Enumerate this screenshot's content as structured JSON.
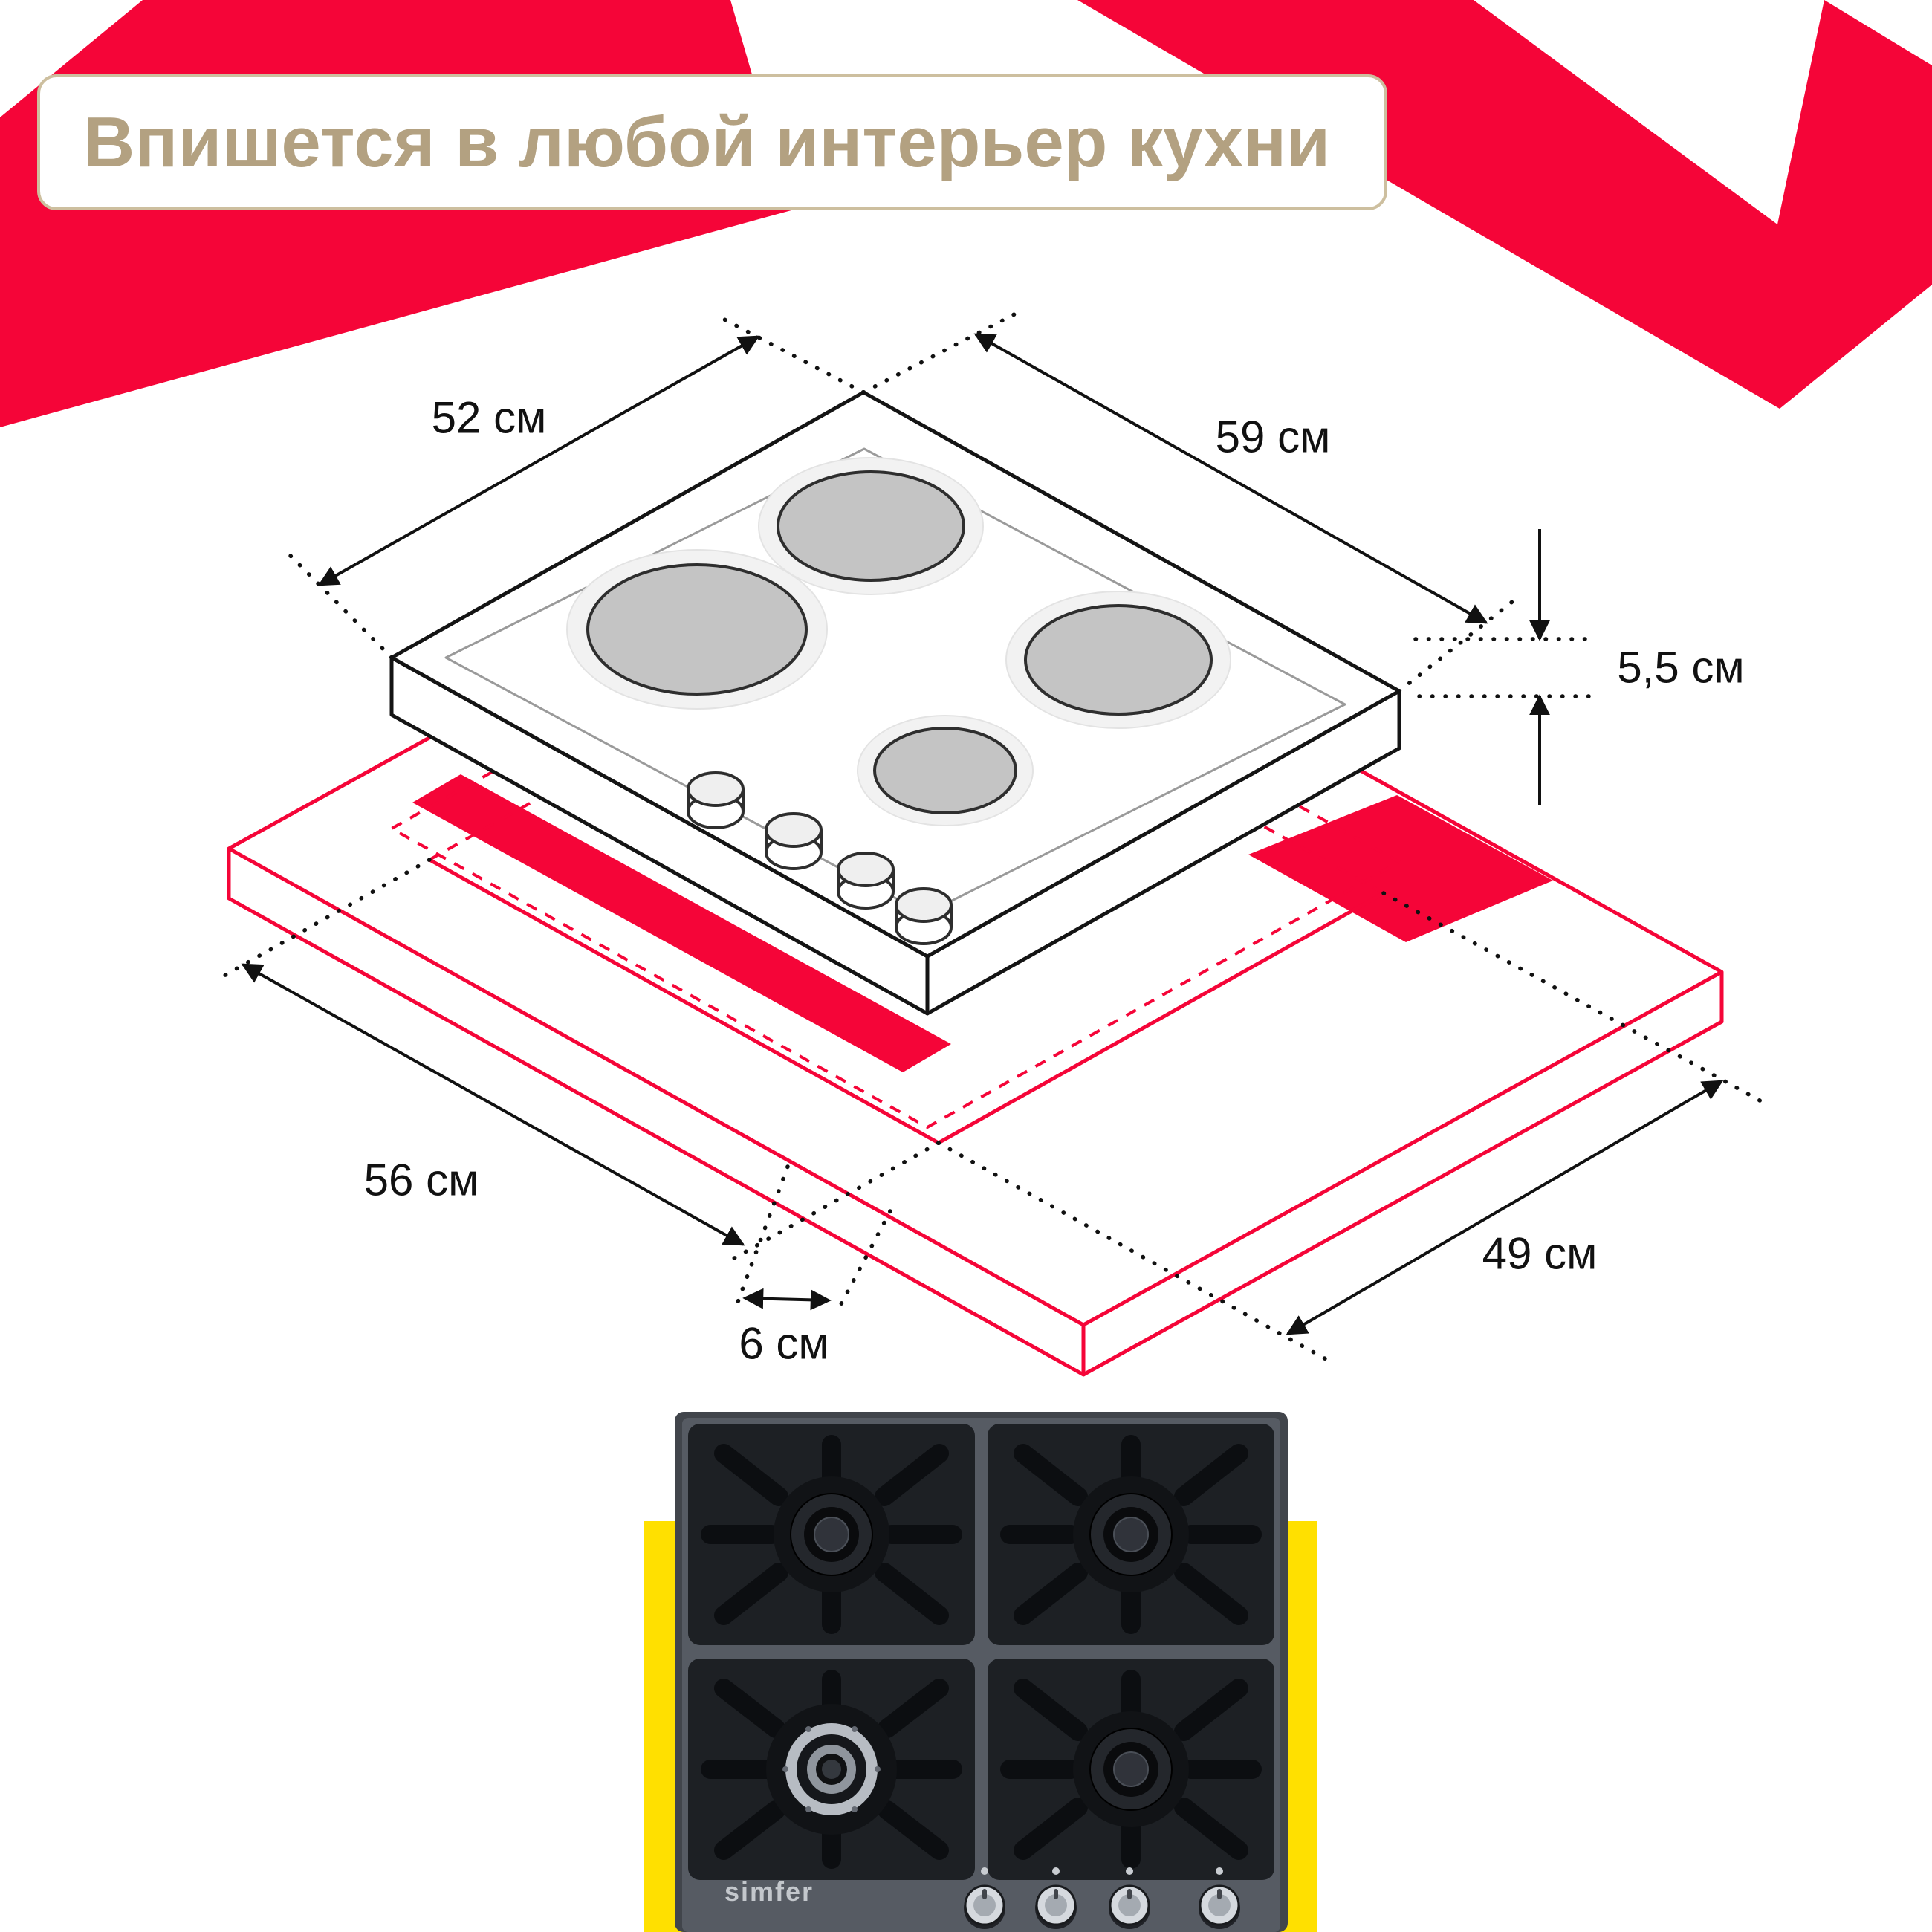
{
  "header": {
    "title": "Впишется в любой интерьер кухни"
  },
  "diagram": {
    "dimensions": {
      "hob_depth": "52 см",
      "hob_width": "59 см",
      "hob_height": "5,5 см",
      "cutout_side_a": "56 см",
      "cutout_side_b": "49 см",
      "cutout_margin": "6 см"
    }
  },
  "product": {
    "brand": "simfer"
  },
  "colors": {
    "accent_red": "#F50538",
    "title_gold": "#B3A181",
    "backdrop_yellow": "#FFE000"
  }
}
